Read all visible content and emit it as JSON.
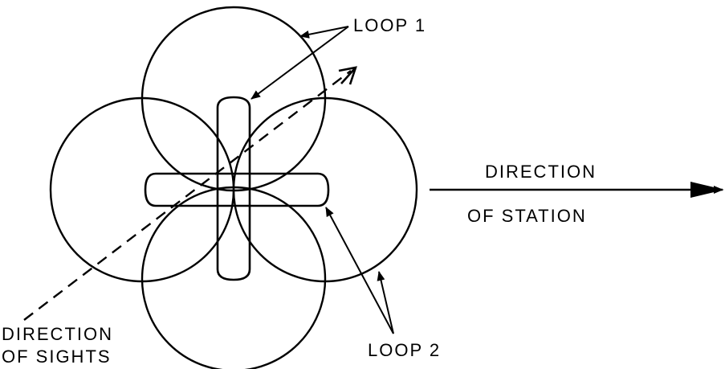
{
  "labels": {
    "loop1": "LOOP 1",
    "loop2": "LOOP  2",
    "direction_of_station_line1": "DIRECTION",
    "direction_of_station_line2": "OF STATION",
    "direction_of_sights_line1": "DIRECTION",
    "direction_of_sights_line2": "OF SIGHTS"
  },
  "colors": {
    "ink": "#000000",
    "background": "#ffffff"
  }
}
